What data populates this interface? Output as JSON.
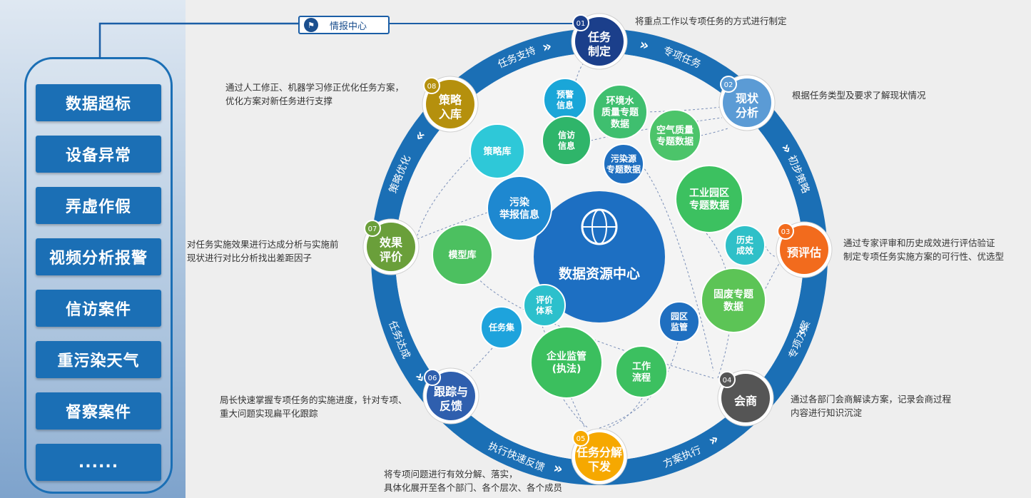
{
  "intel_center": {
    "label": "情报中心",
    "icon": "flag-icon"
  },
  "alert_types": [
    "数据超标",
    "设备异常",
    "弄虚作假",
    "视频分析报警",
    "信访案件",
    "重污染天气",
    "督察案件",
    "......"
  ],
  "center": {
    "label": "数据资源中心",
    "icon": "globe-network-icon"
  },
  "steps": [
    {
      "num": "01",
      "label": "任务\n制定",
      "color": "#1b3f8b"
    },
    {
      "num": "02",
      "label": "现状\n分析",
      "color": "#5b9bd5"
    },
    {
      "num": "03",
      "label": "预评估",
      "color": "#f26b1d"
    },
    {
      "num": "04",
      "label": "会商",
      "color": "#555555"
    },
    {
      "num": "05",
      "label": "任务分解\n下发",
      "color": "#f6a800"
    },
    {
      "num": "06",
      "label": "跟踪与\n反馈",
      "color": "#2f5fae"
    },
    {
      "num": "07",
      "label": "效果\n评价",
      "color": "#6a9f3a"
    },
    {
      "num": "08",
      "label": "策略\n入库",
      "color": "#b5900d"
    }
  ],
  "ring_labels": [
    "专项任务",
    "初步策略",
    "专项方案",
    "方案执行",
    "执行快速反馈",
    "任务达成",
    "策略优化",
    "任务支持"
  ],
  "notes": [
    "将重点工作以专项任务的方式进行制定",
    "根据任务类型及要求了解现状情况",
    "通过专家评审和历史成效进行评估验证\n制定专项任务实施方案的可行性、优选型",
    "通过各部门会商解读方案，记录会商过程\n内容进行知识沉淀",
    "将专项问题进行有效分解、落实，\n具体化展开至各个部门、各个层次、各个成员",
    "局长快速掌握专项任务的实施进度，针对专项、\n重大问题实现扁平化跟踪",
    "对任务实施效果进行达成分析与实施前\n现状进行对比分析找出差距因子",
    "通过人工修正、机器学习修正优化任务方案，\n优化方案对新任务进行支撑"
  ],
  "bubbles": [
    {
      "label": "预警\n信息",
      "color": "#1aa6d8"
    },
    {
      "label": "环境水\n质量专题\n数据",
      "color": "#3fbf6f"
    },
    {
      "label": "信访\n信息",
      "color": "#2fb56a"
    },
    {
      "label": "空气质量\n专题数据",
      "color": "#4cc46a"
    },
    {
      "label": "策略库",
      "color": "#2ec8d8"
    },
    {
      "label": "污染源\n专题数据",
      "color": "#1f6fc0"
    },
    {
      "label": "工业园区\n专题数据",
      "color": "#3cc160"
    },
    {
      "label": "污染\n举报信息",
      "color": "#1e88d0"
    },
    {
      "label": "历史\n成效",
      "color": "#2fc0c8"
    },
    {
      "label": "模型库",
      "color": "#4cc060"
    },
    {
      "label": "固废专题\n数据",
      "color": "#5cc456"
    },
    {
      "label": "评价\n体系",
      "color": "#2cc0cc"
    },
    {
      "label": "园区\n监管",
      "color": "#1f6fc0"
    },
    {
      "label": "任务集",
      "color": "#1ea3dc"
    },
    {
      "label": "企业监管\n(执法)",
      "color": "#3bbf5e"
    },
    {
      "label": "工作\n流程",
      "color": "#3cc060"
    }
  ],
  "colors": {
    "ring": "#1b6fb5",
    "accent": "#1b5ea6"
  }
}
